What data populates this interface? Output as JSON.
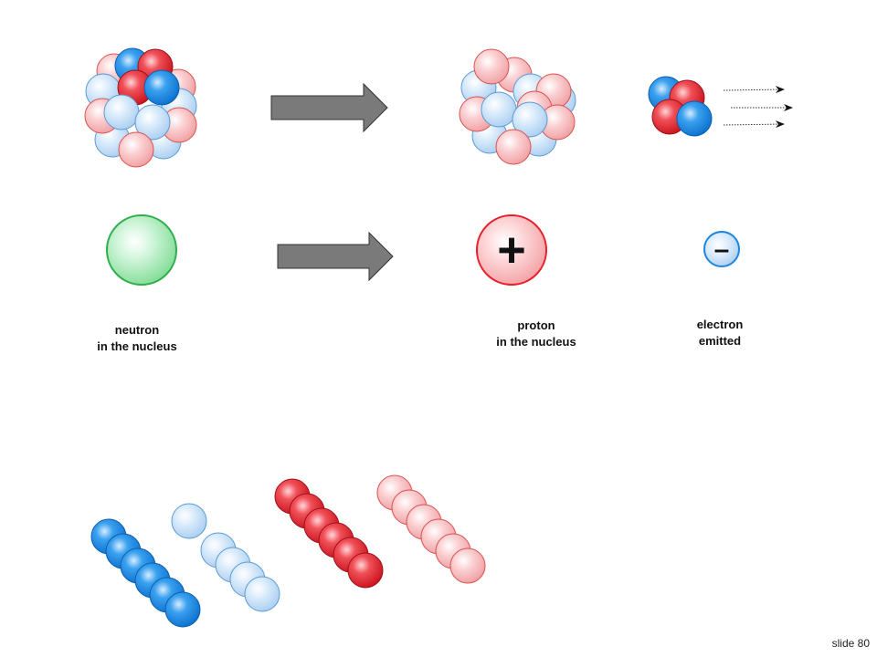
{
  "diagram": {
    "labels": {
      "neutron": {
        "line1": "neutron",
        "line2": "in the nucleus"
      },
      "proton": {
        "line1": "proton",
        "line2": "in the nucleus"
      },
      "electron": {
        "line1": "electron",
        "line2": "emitted"
      }
    },
    "symbols": {
      "plus": "+",
      "minus": "–"
    },
    "slide_number": "slide 80"
  },
  "colors": {
    "proton_red": "#e8202a",
    "proton_light": "#f4a7aa",
    "neutron_blue": "#1e86e0",
    "neutron_light": "#b9d8f5",
    "neutron_green": "#4cd06a",
    "arrow_gray": "#7a7a7a"
  }
}
